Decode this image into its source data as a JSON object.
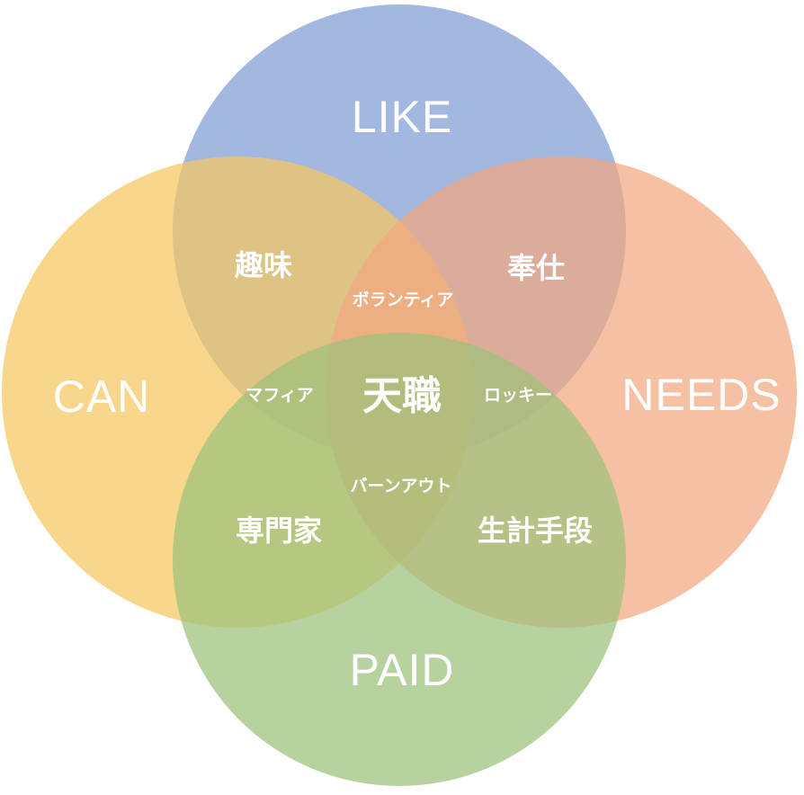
{
  "circles": {
    "like": {
      "label": "LIKE",
      "color": "#7e9dd4"
    },
    "can": {
      "label": "CAN",
      "color": "#f5c761"
    },
    "needs": {
      "label": "NEEDS",
      "color": "#f3a880"
    },
    "paid": {
      "label": "PAID",
      "color": "#9cc07a"
    }
  },
  "pairs": {
    "like_can": "趣味",
    "like_needs": "奉仕",
    "can_paid": "専門家",
    "needs_paid": "生計手段"
  },
  "triples": {
    "like_can_needs": "ボランティア",
    "like_can_paid": "マフィア",
    "like_needs_paid": "ロッキー",
    "can_needs_paid": "バーンアウト"
  },
  "center": "天職"
}
